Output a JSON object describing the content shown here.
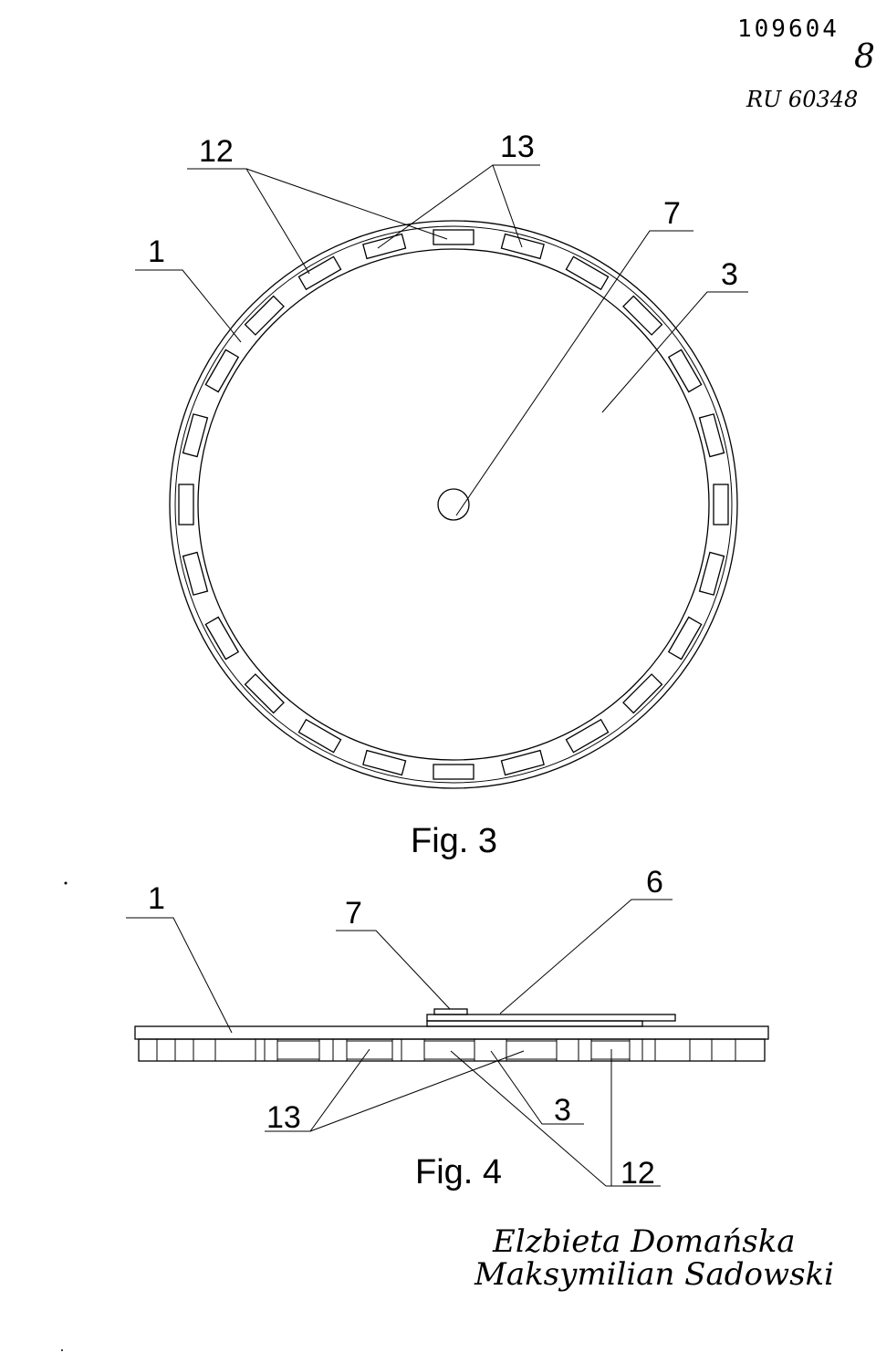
{
  "header": {
    "doc_number": "109604",
    "page_number": "8",
    "ref_code": "RU 60348"
  },
  "figure3": {
    "caption": "Fig. 3",
    "labels": {
      "disk": "1",
      "slots": "12",
      "inserts": "13",
      "axis": "7",
      "plate": "3"
    },
    "slot_count": 24
  },
  "figure4": {
    "caption": "Fig. 4",
    "labels": {
      "disk": "1",
      "axis": "7",
      "top_layer": "6",
      "inserts": "13",
      "plate": "3",
      "slots": "12"
    }
  },
  "signatures": {
    "line1": "Elzbieta Domańska",
    "line2": "Maksymilian Sadowski"
  }
}
